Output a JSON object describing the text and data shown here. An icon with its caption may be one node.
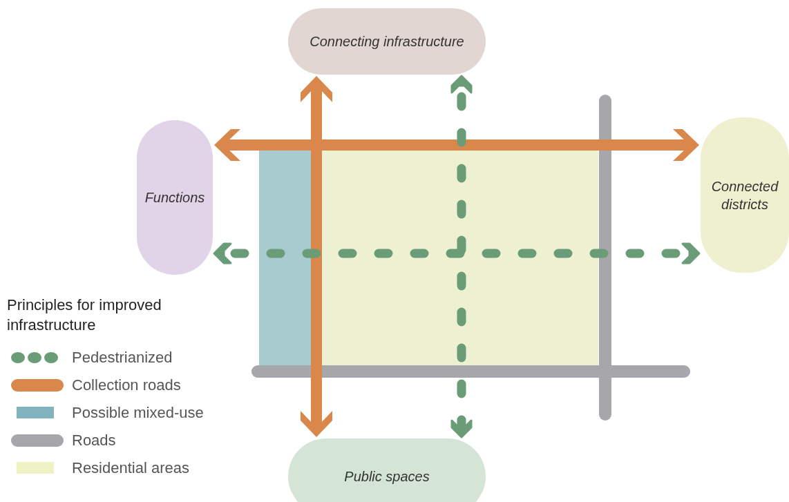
{
  "diagram": {
    "nodes": [
      {
        "text": [
          "Connecting infrastructure"
        ]
      },
      {
        "text": [
          "Functions"
        ]
      },
      {
        "text": [
          "Connected districts"
        ]
      },
      {
        "text": [
          "Public spaces"
        ]
      }
    ],
    "edges": [
      {
        "from": 1,
        "to": 2,
        "arrow": "both",
        "color": "#d9874a"
      },
      {
        "from": 0,
        "to": 3,
        "arrow": "both",
        "color": "#d9874a"
      },
      {
        "from": 1,
        "to": 2,
        "arrow": "both",
        "style": "dashed",
        "color": "#6a9c78"
      },
      {
        "from": 0,
        "to": 3,
        "arrow": "both",
        "style": "dashed",
        "color": "#6a9c78"
      }
    ],
    "labels": [
      "Principles for improved infrastructure"
    ],
    "legend": [
      {
        "text": "Pedestrianized"
      },
      {
        "text": "Collection roads"
      },
      {
        "text": "Possible mixed-use",
        "color": "#80b3bc"
      },
      {
        "text": "Roads"
      },
      {
        "text": "Residential areas",
        "color": "#eff2c2"
      }
    ]
  }
}
